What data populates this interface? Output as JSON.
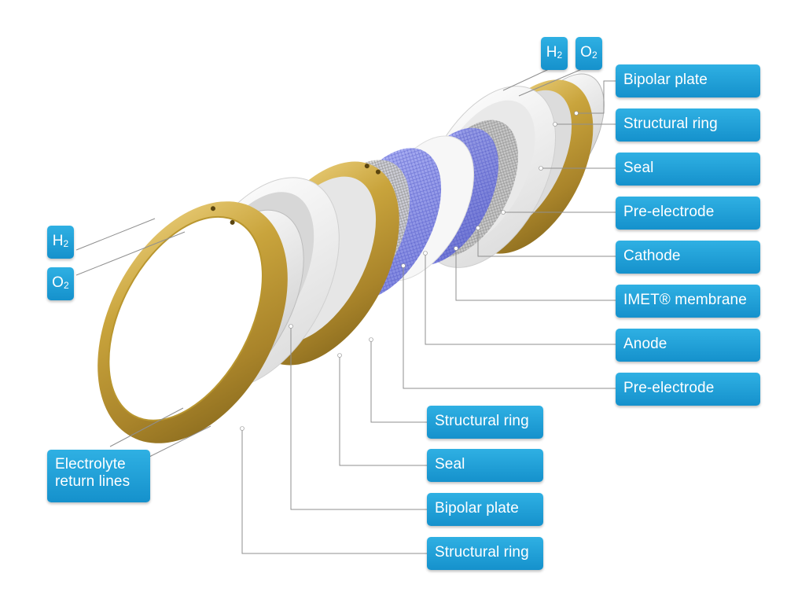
{
  "colors": {
    "label_blue": "#1f9fd8",
    "brass": "#c7a238",
    "seal_white": "#f2f2f2",
    "membrane_blue": "#7f87e8",
    "leader_line": "#8f8f8f"
  },
  "chemicals": {
    "h2": {
      "main": "H",
      "sub": "2"
    },
    "o2": {
      "main": "O",
      "sub": "2"
    }
  },
  "right_labels": {
    "bipolar_plate": "Bipolar plate",
    "structural_ring": "Structural ring",
    "seal": "Seal",
    "pre_electrode": "Pre-electrode",
    "cathode": "Cathode",
    "membrane": "IMET® membrane",
    "anode": "Anode",
    "pre_electrode_2": "Pre-electrode"
  },
  "bottom_labels": {
    "structural_ring": "Structural ring",
    "seal": "Seal",
    "bipolar_plate": "Bipolar plate",
    "structural_ring_2": "Structural ring"
  },
  "left_labels": {
    "electrolyte": "Electrolyte\nreturn lines"
  }
}
